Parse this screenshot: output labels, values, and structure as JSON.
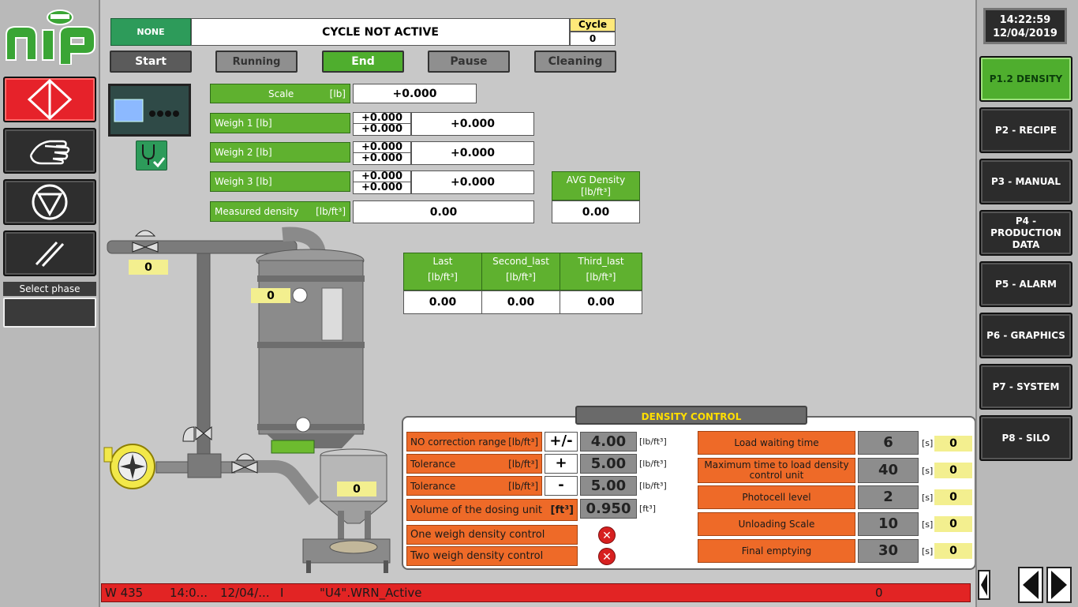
{
  "clock": {
    "time": "14:22:59",
    "date": "12/04/2019"
  },
  "left": {
    "phase_label": "Select phase"
  },
  "header": {
    "mode": "NONE",
    "status": "CYCLE NOT ACTIVE",
    "cycle_label": "Cycle",
    "cycle_value": "0"
  },
  "controls": {
    "start": "Start",
    "running": "Running",
    "end": "End",
    "pause": "Pause",
    "cleaning": "Cleaning"
  },
  "fields": {
    "scale_label": "Scale",
    "scale_unit": "[lb]",
    "scale_value": "+0.000",
    "weigh1_label": "Weigh 1  [lb]",
    "weigh1_a": "+0.000",
    "weigh1_b": "+0.000",
    "weigh1_value": "+0.000",
    "weigh2_label": "Weigh 2  [lb]",
    "weigh2_a": "+0.000",
    "weigh2_b": "+0.000",
    "weigh2_value": "+0.000",
    "weigh3_label": "Weigh 3  [lb]",
    "weigh3_a": "+0.000",
    "weigh3_b": "+0.000",
    "weigh3_value": "+0.000",
    "measured_label": "Measured density",
    "measured_unit": "[lb/ft³]",
    "measured_value": "0.00",
    "avg_label": "AVG Density",
    "avg_unit": "[lb/ft³]",
    "avg_value": "0.00"
  },
  "history": [
    {
      "label": "Last",
      "unit": "[lb/ft³]",
      "value": "0.00"
    },
    {
      "label": "Second_last",
      "unit": "[lb/ft³]",
      "value": "0.00"
    },
    {
      "label": "Third_last",
      "unit": "[lb/ft³]",
      "value": "0.00"
    }
  ],
  "badges": {
    "valve_top": "0",
    "hopper": "0",
    "scale": "0"
  },
  "density_control": {
    "title": "DENSITY CONTROL",
    "no_corr_label": "NO correction range",
    "no_corr_unit": "[lb/ft³]",
    "no_corr_sign": "+/-",
    "no_corr_value": "4.00",
    "no_corr_vunit": "[lb/ft³]",
    "tol_plus_label": "Tolerance",
    "tol_plus_unit": "[lb/ft³]",
    "tol_plus_sign": "+",
    "tol_plus_value": "5.00",
    "tol_plus_vunit": "[lb/ft³]",
    "tol_minus_label": "Tolerance",
    "tol_minus_unit": "[lb/ft³]",
    "tol_minus_sign": "-",
    "tol_minus_value": "5.00",
    "tol_minus_vunit": "[lb/ft³]",
    "volume_label": "Volume of the dosing unit",
    "volume_unit": "[ft³]",
    "volume_value": "0.950",
    "volume_vunit": "[ft³]",
    "one_weigh": "One weigh density control",
    "two_weigh": "Two weigh density control",
    "timers": [
      {
        "label": "Load waiting time",
        "value": "6",
        "unit": "[s]",
        "actual": "0"
      },
      {
        "label": "Maximum time to load density control unit",
        "value": "40",
        "unit": "[s]",
        "actual": "0"
      },
      {
        "label": "Photocell level",
        "value": "2",
        "unit": "[s]",
        "actual": "0"
      },
      {
        "label": "Unloading Scale",
        "value": "10",
        "unit": "[s]",
        "actual": "0"
      },
      {
        "label": "Final emptying",
        "value": "30",
        "unit": "[s]",
        "actual": "0"
      }
    ]
  },
  "nav": [
    {
      "label": "P1.2  DENSITY"
    },
    {
      "label": "P2 - RECIPE"
    },
    {
      "label": "P3 - MANUAL"
    },
    {
      "label": "P4 - PRODUCTION DATA"
    },
    {
      "label": "P5 - ALARM"
    },
    {
      "label": "P6 - GRAPHICS"
    },
    {
      "label": "P7 - SYSTEM"
    },
    {
      "label": "P8 - SILO"
    }
  ],
  "statusbar": {
    "code": "W 435",
    "time": "14:0...",
    "date": "12/04/...",
    "flag": "I",
    "message": "\"U4\".WRN_Active",
    "count": "0"
  },
  "colors": {
    "green": "#5fb12f",
    "orange": "#ee6a28",
    "alarm_red": "#e22424",
    "yellow": "#f3ef8f"
  }
}
